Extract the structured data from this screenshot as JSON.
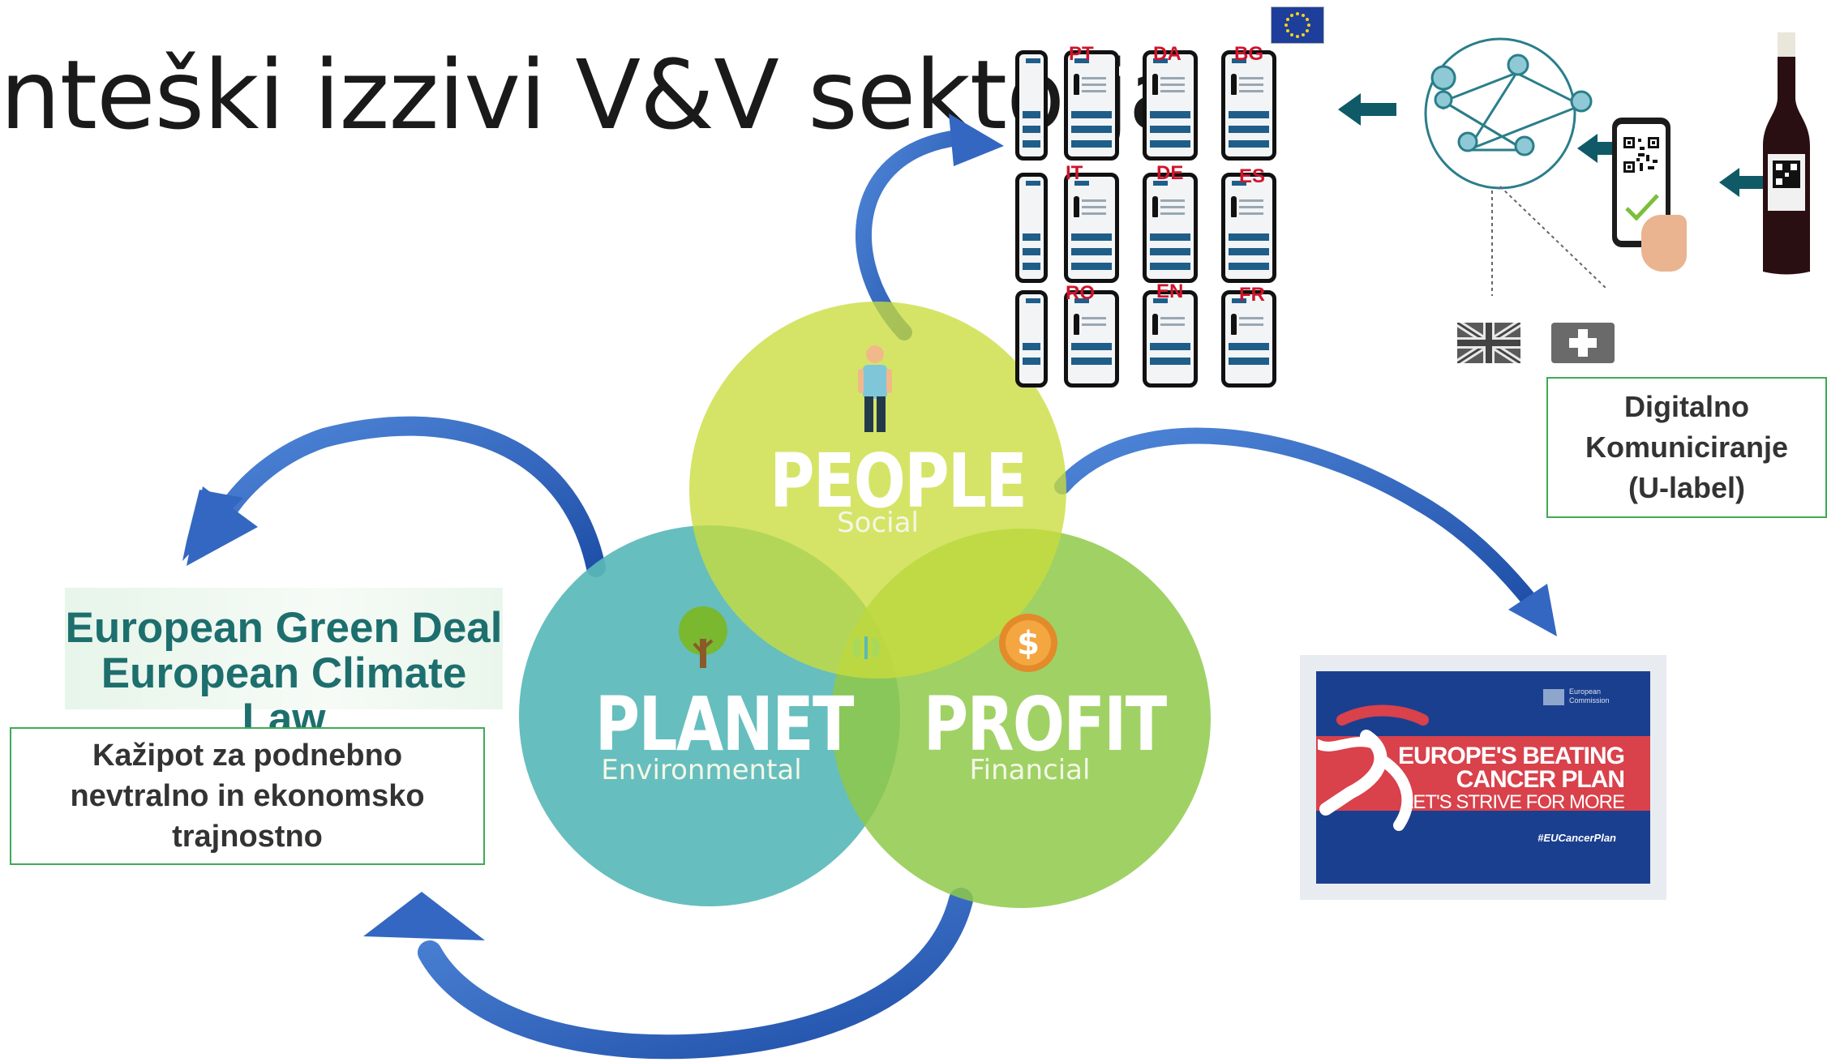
{
  "slide": {
    "title": "nteški izzivi V&V sektorja"
  },
  "circles": {
    "people": {
      "title": "PEOPLE",
      "subtitle": "Social",
      "color": "#c9dc3c"
    },
    "planet": {
      "title": "PLANET",
      "subtitle": "Environmental",
      "color": "#5ab9b9"
    },
    "profit": {
      "title": "PROFIT",
      "subtitle": "Financial",
      "color": "#8fc94a"
    }
  },
  "green_deal": {
    "line1": "European Green Deal",
    "line2": "European Climate Law",
    "caption": "Kažipot za podnebno nevtralno in ekonomsko trajnostno"
  },
  "u_label": {
    "caption": "Digitalno Komuniciranje (U-label)",
    "languages": [
      "PT",
      "DA",
      "BG",
      "IT",
      "DE",
      "ES",
      "RO",
      "EN",
      "FR"
    ]
  },
  "cancer_plan": {
    "line1": "EUROPE'S BEATING",
    "line2": "CANCER PLAN",
    "line3": "LET'S STRIVE FOR MORE",
    "hashtag": "#EUCancerPlan",
    "org": "European Commission"
  },
  "icons": {
    "person": "person-icon",
    "tree": "tree-icon",
    "dollar": "dollar-coin-icon",
    "network": "location-network-icon",
    "qr": "qr-code-icon",
    "wine": "wine-bottle-icon",
    "uk_flag": "uk-flag-icon",
    "swiss_flag": "swiss-flag-icon",
    "eu_flag": "eu-flag-icon",
    "runner": "runner-icon",
    "recycle": "recycle-icon"
  },
  "colors": {
    "arrow": "#3467c1",
    "box_border": "#3faa55",
    "phone_accent": "#1f5e88",
    "lang_code": "#d0142b",
    "cancer_blue": "#1b3f8f",
    "cancer_red": "#d9414b"
  }
}
